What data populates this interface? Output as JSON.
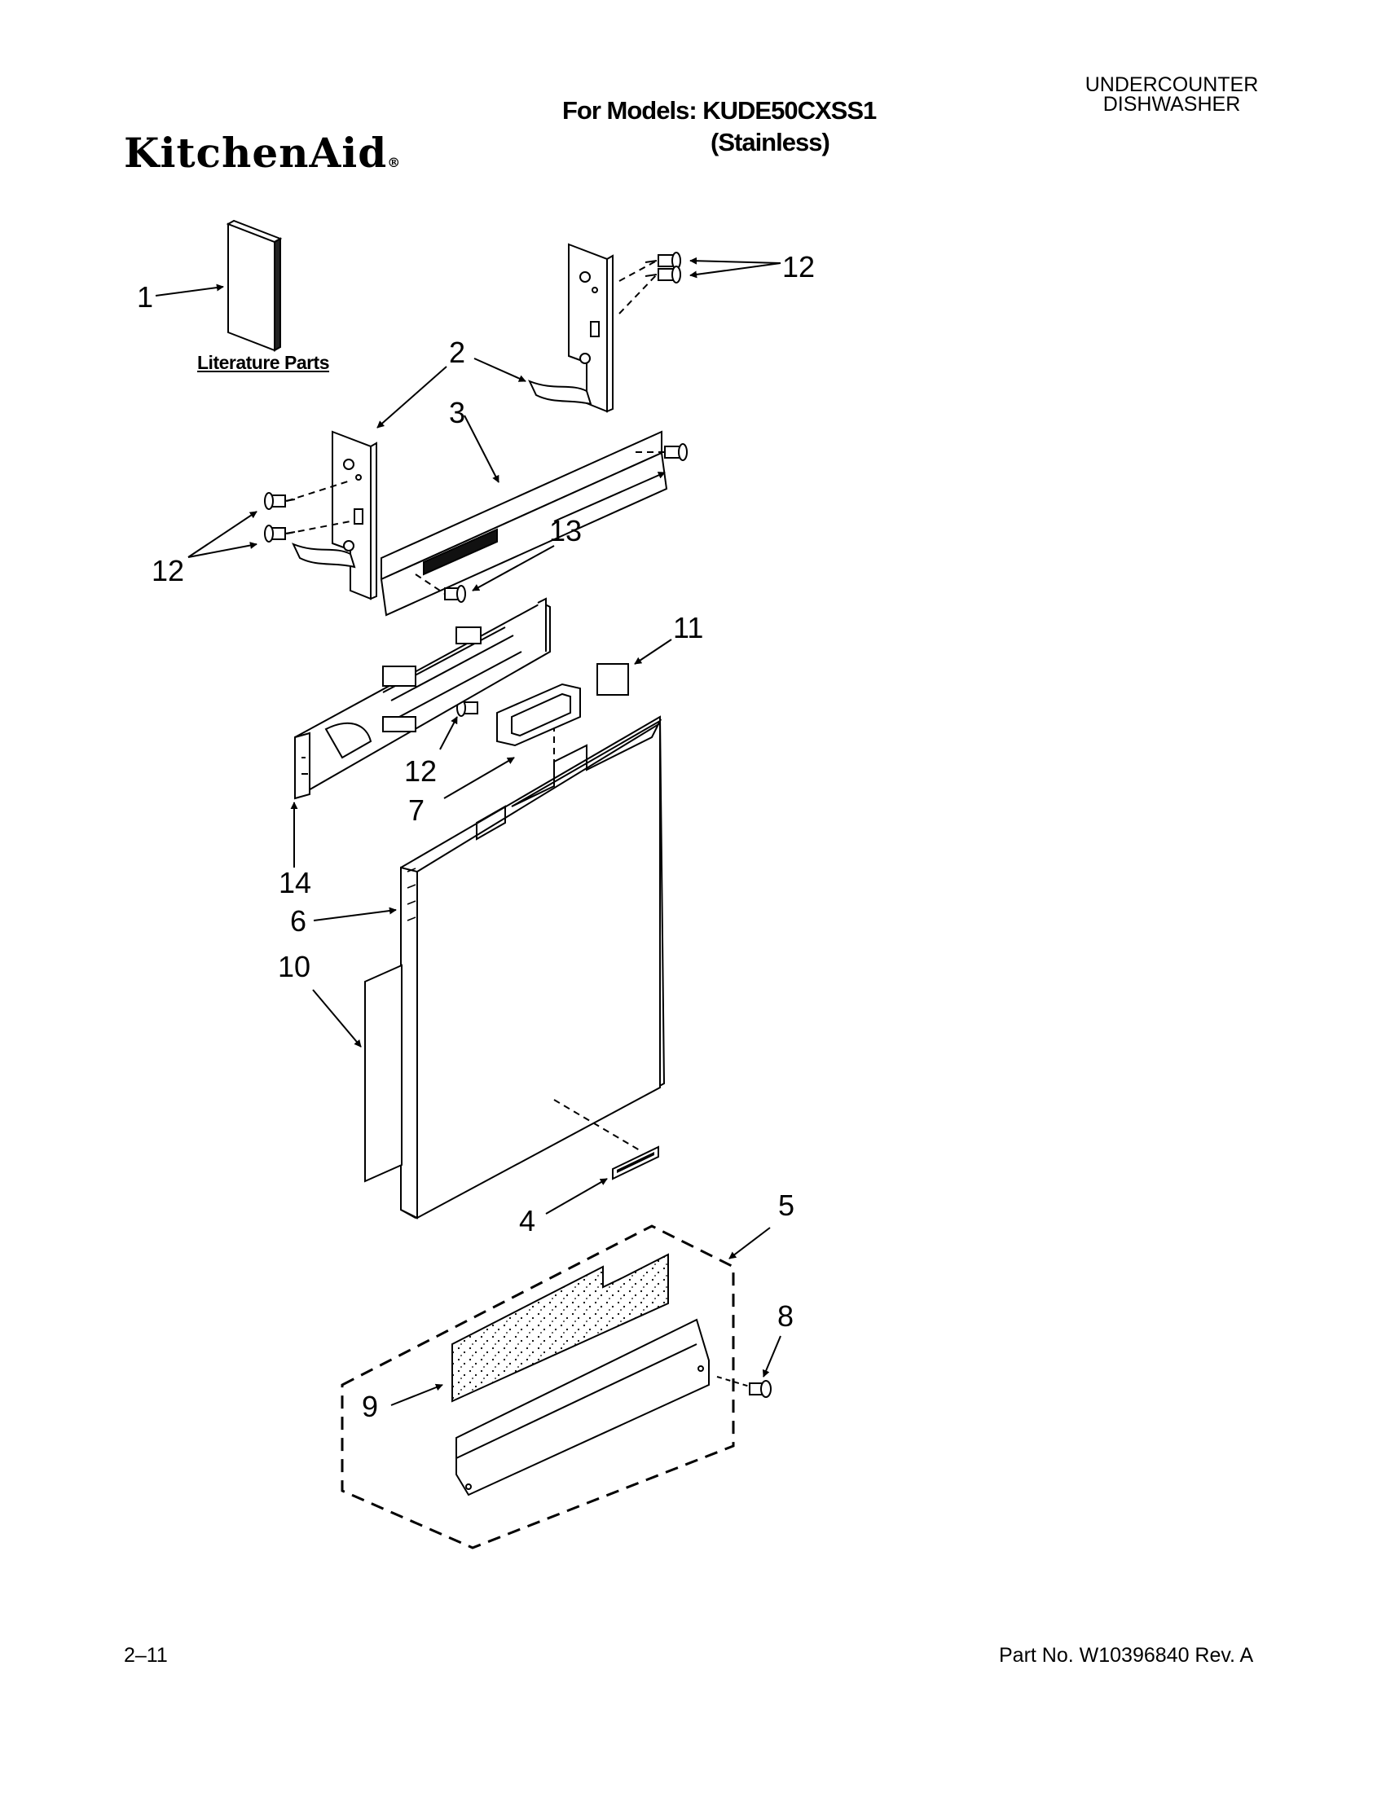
{
  "header": {
    "product_type_line1": "UNDERCOUNTER",
    "product_type_line2": "DISHWASHER",
    "models_label": "For Models: KUDE50CXSS1",
    "finish": "(Stainless)",
    "brand": "KitchenAid",
    "brand_mark": "®"
  },
  "diagram": {
    "literature_caption": "Literature Parts",
    "callouts": [
      "1",
      "2",
      "3",
      "4",
      "5",
      "6",
      "7",
      "8",
      "9",
      "10",
      "11",
      "12",
      "13",
      "14"
    ]
  },
  "footer": {
    "page_number": "2–11",
    "part_number": "Part No. W10396840 Rev. A"
  },
  "colors": {
    "ink": "#000000",
    "paper": "#ffffff",
    "panel_fill": "#f4f4f4"
  }
}
